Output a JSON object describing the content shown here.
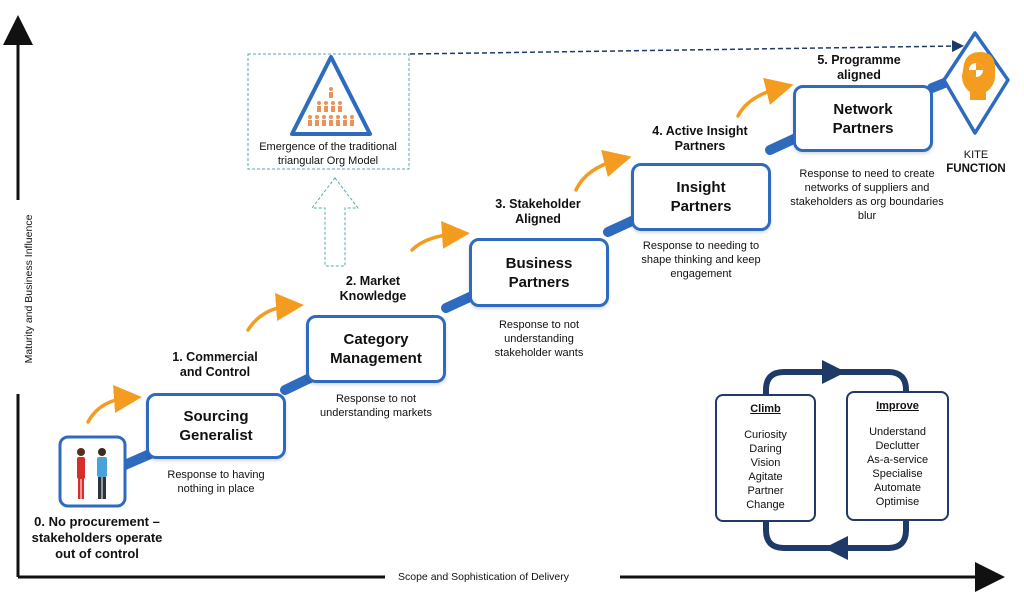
{
  "axes": {
    "x_label": "Scope and Sophistication of Delivery",
    "y_label": "Maturity and Business Influence"
  },
  "stages": [
    {
      "step": "0. No procurement – stakeholders operate out of control"
    },
    {
      "step": "1. Commercial and Control",
      "box": "Sourcing Generalist",
      "response": "Response to having nothing in place"
    },
    {
      "step": "2. Market Knowledge",
      "box": "Category Management",
      "response": "Response to not understanding markets"
    },
    {
      "step": "3. Stakeholder Aligned",
      "box": "Business Partners",
      "response": "Response to not understanding stakeholder wants"
    },
    {
      "step": "4. Active Insight Partners",
      "box": "Insight Partners",
      "response": "Response to needing to shape thinking and keep engagement"
    },
    {
      "step": "5. Programme aligned",
      "box": "Network Partners",
      "response": "Response to need to create networks of suppliers and stakeholders  as org boundaries blur"
    }
  ],
  "org_model": {
    "caption": "Emergence of the traditional triangular Org Model"
  },
  "kite": {
    "prefix": "KITE",
    "label": "FUNCTION"
  },
  "cycle": {
    "climb": {
      "title": "Climb",
      "items": [
        "Curiosity",
        "Daring",
        "Vision",
        "Agitate",
        "Partner",
        "Change"
      ]
    },
    "improve": {
      "title": "Improve",
      "items": [
        "Understand",
        "Declutter",
        "As-a-service",
        "Specialise",
        "Automate",
        "Optimise"
      ]
    }
  },
  "colors": {
    "box_border": "#2e6bbf",
    "stair": "#2e6bbf",
    "arrow": "#f39c1f",
    "axis": "#111111",
    "cycle": "#1f3a66",
    "kite_face": "#f39c1f"
  }
}
